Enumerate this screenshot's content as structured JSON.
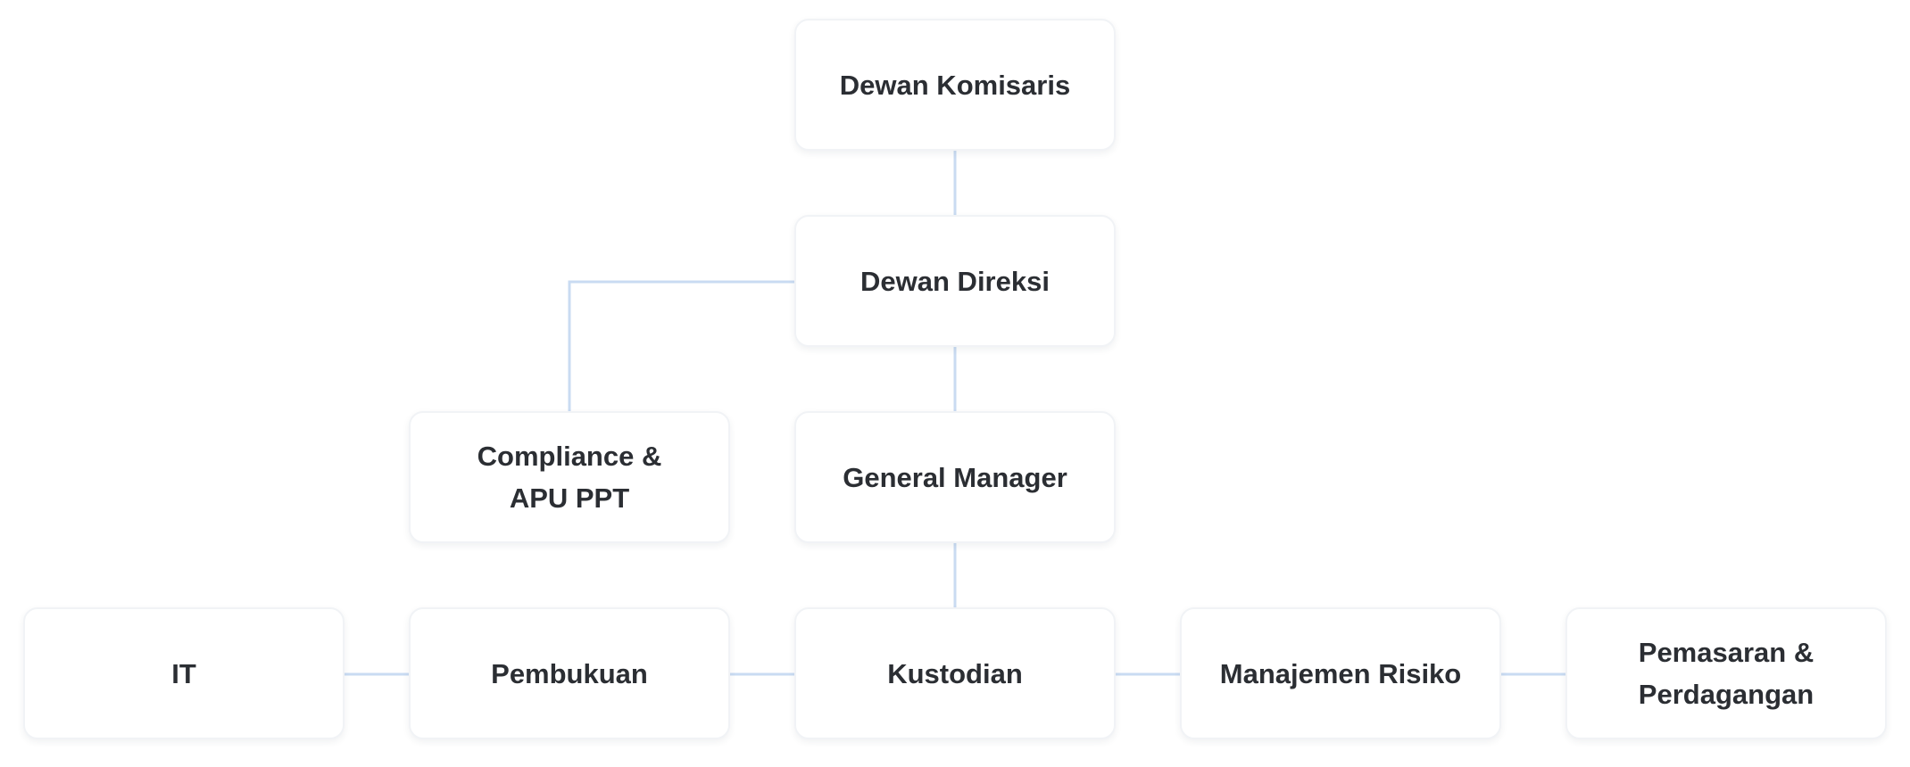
{
  "org_chart": {
    "nodes": [
      {
        "id": "komisaris",
        "label": "Dewan Komisaris"
      },
      {
        "id": "direksi",
        "label": "Dewan Direksi"
      },
      {
        "id": "compliance",
        "label": "Compliance &\nAPU PPT"
      },
      {
        "id": "general_manager",
        "label": "General Manager"
      },
      {
        "id": "it",
        "label": "IT"
      },
      {
        "id": "pembukuan",
        "label": "Pembukuan"
      },
      {
        "id": "kustodian",
        "label": "Kustodian"
      },
      {
        "id": "manajemen_risiko",
        "label": "Manajemen Risiko"
      },
      {
        "id": "pemasaran",
        "label": "Pemasaran &\nPerdagangan"
      }
    ],
    "connections": [
      [
        "komisaris",
        "direksi"
      ],
      [
        "direksi",
        "compliance"
      ],
      [
        "direksi",
        "general_manager"
      ],
      [
        "general_manager",
        "kustodian"
      ],
      [
        "it",
        "pembukuan"
      ],
      [
        "pembukuan",
        "kustodian"
      ],
      [
        "kustodian",
        "manajemen_risiko"
      ],
      [
        "manajemen_risiko",
        "pemasaran"
      ]
    ],
    "colors": {
      "connector": "#c9dbf2",
      "node_text": "#2b2e33",
      "node_border": "#f1f3f6",
      "background": "#ffffff"
    }
  }
}
